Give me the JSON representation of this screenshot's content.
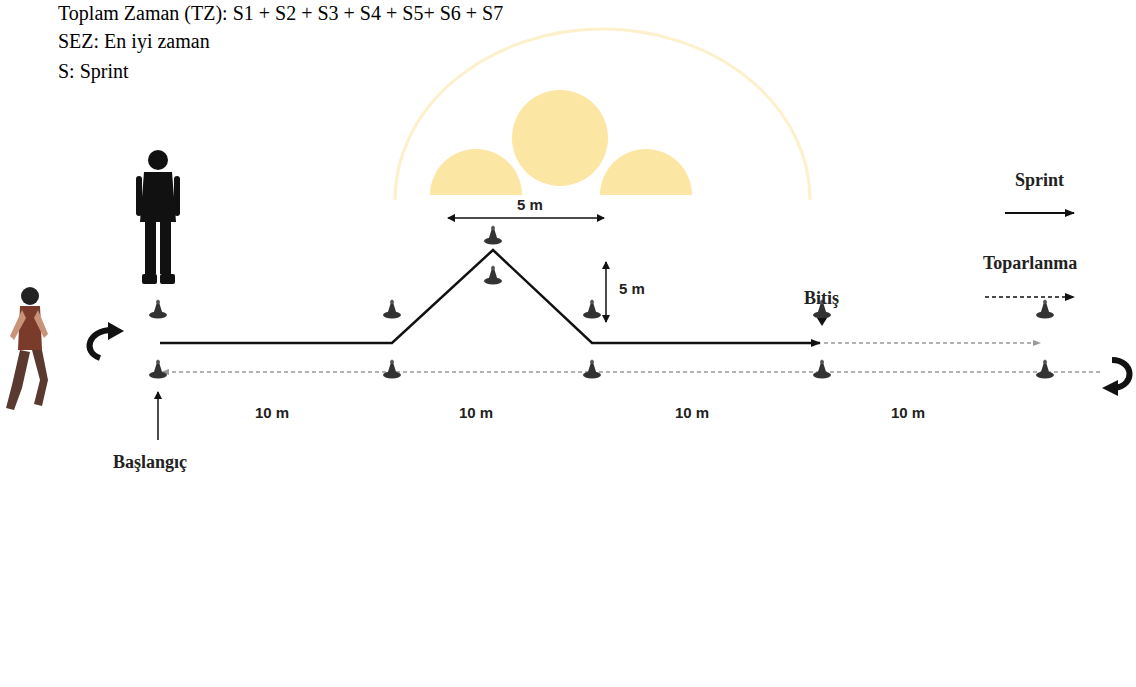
{
  "diagram": {
    "labels": [
      "Toplam Zaman (TZ): S1 + S2 + S3 + S4 + S5+ S6 + S7",
      "SEZ: En iyi zaman",
      "S: Sprint",
      "5 m",
      "5 m",
      "Bitiş",
      "10 m",
      "10 m",
      "10 m",
      "10 m",
      "Başlangıç"
    ],
    "legend": [
      {
        "text": "Sprint"
      },
      {
        "text": "Toparlanma"
      }
    ]
  }
}
